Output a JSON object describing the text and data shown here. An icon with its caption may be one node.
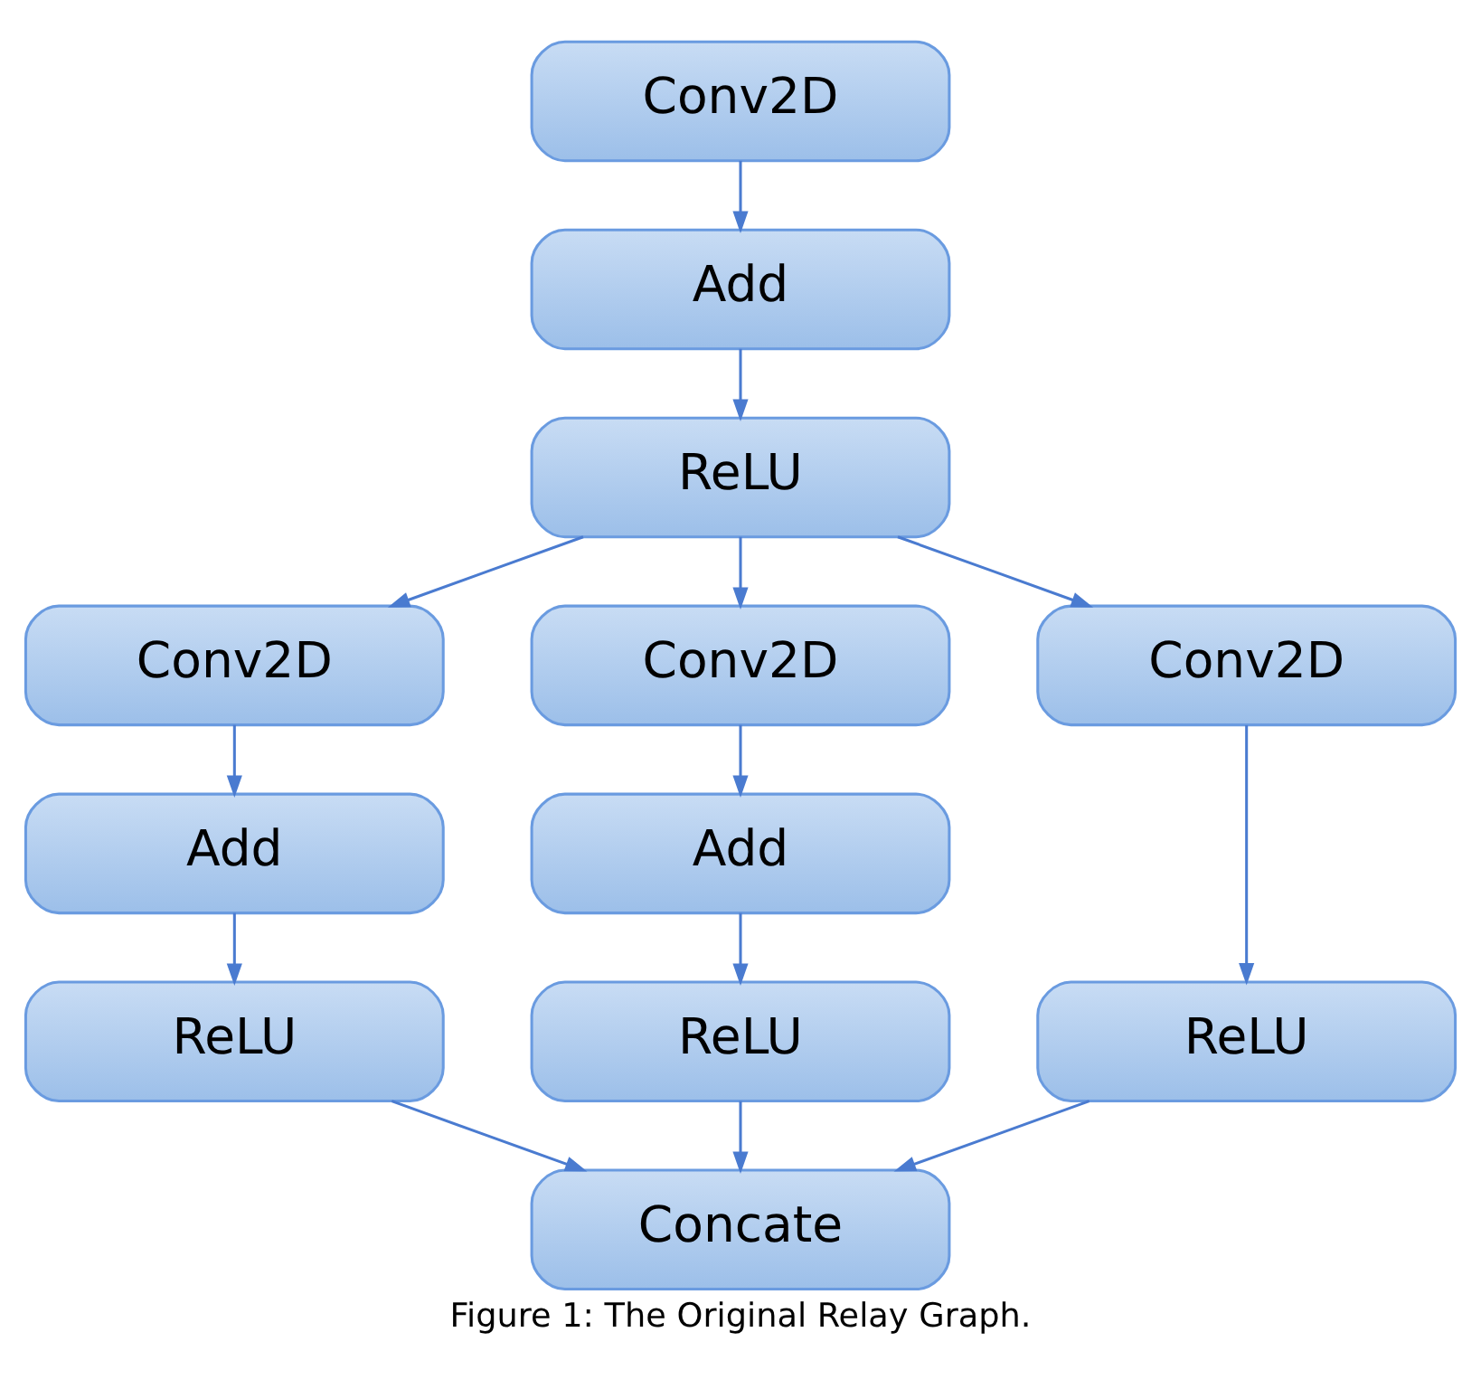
{
  "diagram": {
    "caption": "Figure 1: The Original Relay Graph.",
    "nodes": [
      {
        "text": [
          "Conv2D"
        ]
      },
      {
        "text": [
          "Add"
        ]
      },
      {
        "text": [
          "ReLU"
        ]
      },
      {
        "text": [
          "Conv2D"
        ]
      },
      {
        "text": [
          "Conv2D"
        ]
      },
      {
        "text": [
          "Conv2D"
        ]
      },
      {
        "text": [
          "Add"
        ]
      },
      {
        "text": [
          "Add"
        ]
      },
      {
        "text": [
          "ReLU"
        ]
      },
      {
        "text": [
          "ReLU"
        ]
      },
      {
        "text": [
          "ReLU"
        ]
      },
      {
        "text": [
          "Concate"
        ]
      }
    ],
    "edges": [
      {
        "from": 0,
        "to": 1,
        "arrow": "to"
      },
      {
        "from": 1,
        "to": 2,
        "arrow": "to"
      },
      {
        "from": 2,
        "to": 3,
        "arrow": "to"
      },
      {
        "from": 2,
        "to": 4,
        "arrow": "to"
      },
      {
        "from": 2,
        "to": 5,
        "arrow": "to"
      },
      {
        "from": 3,
        "to": 6,
        "arrow": "to"
      },
      {
        "from": 4,
        "to": 7,
        "arrow": "to"
      },
      {
        "from": 5,
        "to": 10,
        "arrow": "to"
      },
      {
        "from": 6,
        "to": 8,
        "arrow": "to"
      },
      {
        "from": 7,
        "to": 9,
        "arrow": "to"
      },
      {
        "from": 8,
        "to": 11,
        "arrow": "to"
      },
      {
        "from": 9,
        "to": 11,
        "arrow": "to"
      },
      {
        "from": 10,
        "to": 11,
        "arrow": "to"
      }
    ]
  }
}
